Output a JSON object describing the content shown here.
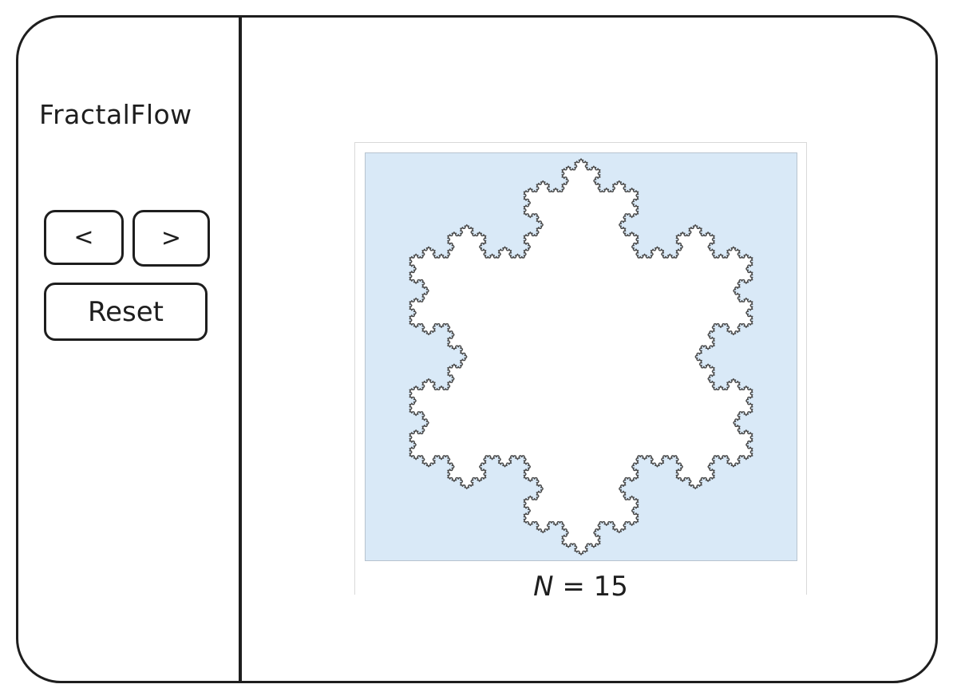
{
  "app": {
    "title": "FractalFlow"
  },
  "controls": {
    "prev_label": "<",
    "next_label": ">",
    "reset_label": "Reset"
  },
  "fractal": {
    "name_symbol": "N",
    "equals": "=",
    "iteration": "15",
    "fill_color": "#ffffff",
    "stroke_color": "#4a4a4a",
    "background_color": "#d9e9f7"
  }
}
